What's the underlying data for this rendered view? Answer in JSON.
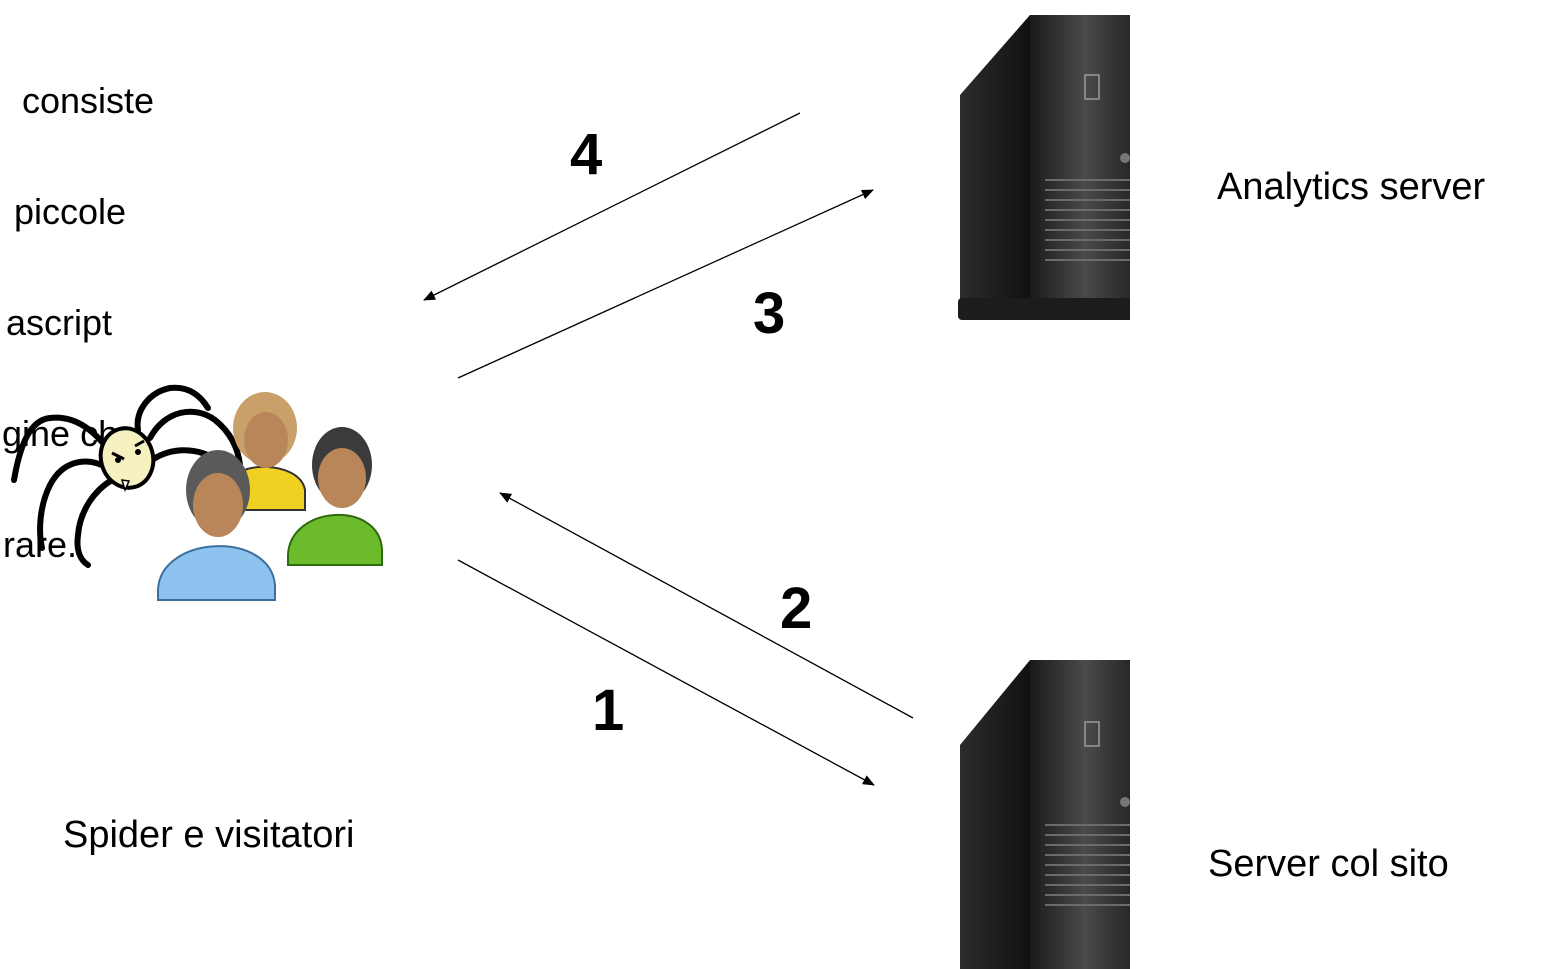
{
  "intro_text_lines": [
    "consiste",
    "piccole",
    "ascript",
    "gine che",
    "rare."
  ],
  "nodes": {
    "visitors_label": "Spider e visitatori",
    "analytics_label": "Analytics server",
    "site_label": "Server col sito"
  },
  "steps": [
    "1",
    "2",
    "3",
    "4"
  ]
}
